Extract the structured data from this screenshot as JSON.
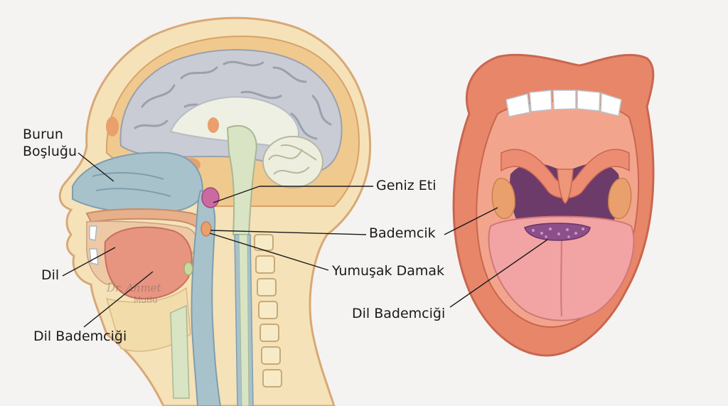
{
  "labels": {
    "burun_line1": "Burun",
    "burun_line2": "Boşluğu",
    "geniz_eti": "Geniz Eti",
    "bademcik": "Bademcik",
    "yumusak_damak": "Yumuşak Damak",
    "dil": "Dil",
    "dil_bademcigi_left": "Dil Bademciği",
    "dil_bademcigi_right": "Dil Bademciği"
  },
  "watermark": {
    "line1": "Dr. Ahmet",
    "line2": "Mutlu"
  },
  "colors": {
    "background": "#f4f3f1",
    "skin": "#f5e2b8",
    "brain": "#c9ccd4",
    "airway": "#a8c2cc",
    "tongue": "#e79580",
    "lips": "#e8866a",
    "throat": "#6d3b6a",
    "tonsil": "#e9a06c",
    "adenoid": "#c96aa0"
  }
}
